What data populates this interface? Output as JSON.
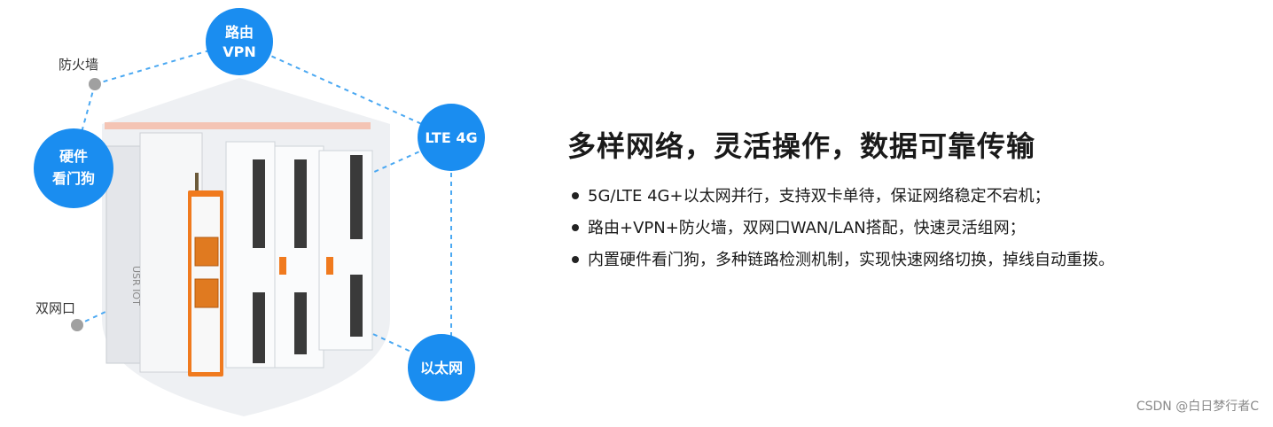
{
  "diagram": {
    "bubbles": [
      {
        "id": "router-vpn",
        "lines": [
          "路由",
          "VPN"
        ]
      },
      {
        "id": "lte-4g",
        "lines": [
          "LTE 4G"
        ]
      },
      {
        "id": "watchdog",
        "lines": [
          "硬件",
          "看门狗"
        ]
      },
      {
        "id": "ethernet",
        "lines": [
          "以太网"
        ]
      }
    ],
    "dot_labels": {
      "firewall": "防火墙",
      "dual_port": "双网口"
    },
    "device_markings": {
      "brand": "USR IOT"
    },
    "colors": {
      "bubble": "#1a8df0",
      "dashed_line": "#4aa8f2",
      "dot": "#a0a0a0",
      "device_accent": "#f07a1e",
      "shield": "#eef0f3"
    }
  },
  "content": {
    "headline": "多样网络，灵活操作，数据可靠传输",
    "bullets": [
      "5G/LTE 4G+以太网并行，支持双卡单待，保证网络稳定不宕机；",
      "路由+VPN+防火墙，双网口WAN/LAN搭配，快速灵活组网；",
      "内置硬件看门狗，多种链路检测机制，实现快速网络切换，掉线自动重拨。"
    ]
  },
  "watermark": "CSDN @白日梦行者C"
}
